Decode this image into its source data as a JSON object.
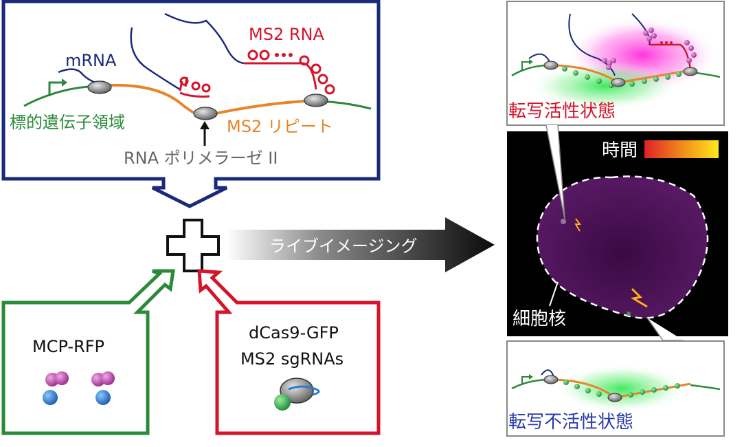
{
  "top_panel": {
    "mrna": "mRNA",
    "ms2_rna": "MS2  RNA",
    "target_region": "標的遺伝子領域",
    "ms2_repeat": "MS2 リピート",
    "rna_pol2": "RNA ポリメラーゼ II"
  },
  "green_panel": {
    "label": "MCP-RFP"
  },
  "red_panel": {
    "line1": "dCas9-GFP",
    "line2": "MS2 sgRNAs"
  },
  "arrow_label": "ライブイメージング",
  "right_panel": {
    "active_state": "転写活性状態",
    "inactive_state": "転写不活性状態",
    "time_label": "時間",
    "nucleus_label": "細胞核"
  },
  "colors": {
    "navy": "#1a2a7a",
    "green": "#2a8a3a",
    "red": "#d4142a",
    "orange": "#e8842a",
    "blue_text": "#2a3aa8",
    "purple": "#5a1a6a"
  }
}
